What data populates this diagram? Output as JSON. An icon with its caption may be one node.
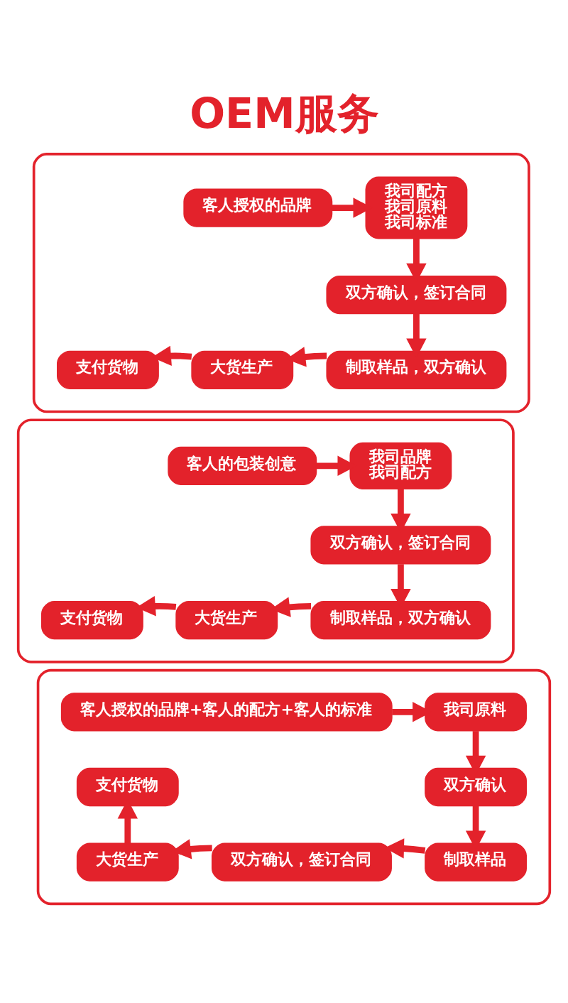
{
  "diagram": {
    "title": "OEM服务",
    "nodes": [
      {
        "text": [],
        "shape": "box"
      },
      {
        "text": [
          "客人授权的品牌"
        ],
        "in": 0
      },
      {
        "text": [
          "我司配方",
          "我司原料",
          "我司标准"
        ],
        "in": 0
      },
      {
        "text": [
          "双方确认，签订合同"
        ],
        "in": 0
      },
      {
        "text": [
          "制取样品，双方确认"
        ],
        "in": 0
      },
      {
        "text": [
          "大货生产"
        ],
        "in": 0
      },
      {
        "text": [
          "支付货物"
        ],
        "in": 0
      },
      {
        "text": [],
        "shape": "box"
      },
      {
        "text": [
          "客人的包装创意"
        ],
        "in": 7
      },
      {
        "text": [
          "我司品牌",
          "我司配方"
        ],
        "in": 7
      },
      {
        "text": [
          "双方确认，签订合同"
        ],
        "in": 7
      },
      {
        "text": [
          "制取样品，双方确认"
        ],
        "in": 7
      },
      {
        "text": [
          "大货生产"
        ],
        "in": 7
      },
      {
        "text": [
          "支付货物"
        ],
        "in": 7
      },
      {
        "text": [],
        "shape": "box"
      },
      {
        "text": [
          "客人授权的品牌+客人的配方+客人的标准"
        ],
        "in": 14
      },
      {
        "text": [
          "我司原料"
        ],
        "in": 14
      },
      {
        "text": [
          "双方确认"
        ],
        "in": 14
      },
      {
        "text": [
          "制取样品"
        ],
        "in": 14
      },
      {
        "text": [
          "双方确认，签订合同"
        ],
        "in": 14
      },
      {
        "text": [
          "大货生产"
        ],
        "in": 14
      },
      {
        "text": [
          "支付货物"
        ],
        "in": 14
      }
    ],
    "edges": [
      {
        "from": 1,
        "to": 2,
        "arrow": "to"
      },
      {
        "from": 2,
        "to": 3,
        "arrow": "to"
      },
      {
        "from": 3,
        "to": 4,
        "arrow": "to"
      },
      {
        "from": 4,
        "to": 5,
        "arrow": "to"
      },
      {
        "from": 5,
        "to": 6,
        "arrow": "to"
      },
      {
        "from": 8,
        "to": 9,
        "arrow": "to"
      },
      {
        "from": 9,
        "to": 10,
        "arrow": "to"
      },
      {
        "from": 10,
        "to": 11,
        "arrow": "to"
      },
      {
        "from": 11,
        "to": 12,
        "arrow": "to"
      },
      {
        "from": 12,
        "to": 13,
        "arrow": "to"
      },
      {
        "from": 15,
        "to": 16,
        "arrow": "to"
      },
      {
        "from": 16,
        "to": 17,
        "arrow": "to"
      },
      {
        "from": 17,
        "to": 18,
        "arrow": "to"
      },
      {
        "from": 18,
        "to": 19,
        "arrow": "to"
      },
      {
        "from": 19,
        "to": 20,
        "arrow": "to"
      },
      {
        "from": 20,
        "to": 21,
        "arrow": "to"
      }
    ]
  }
}
